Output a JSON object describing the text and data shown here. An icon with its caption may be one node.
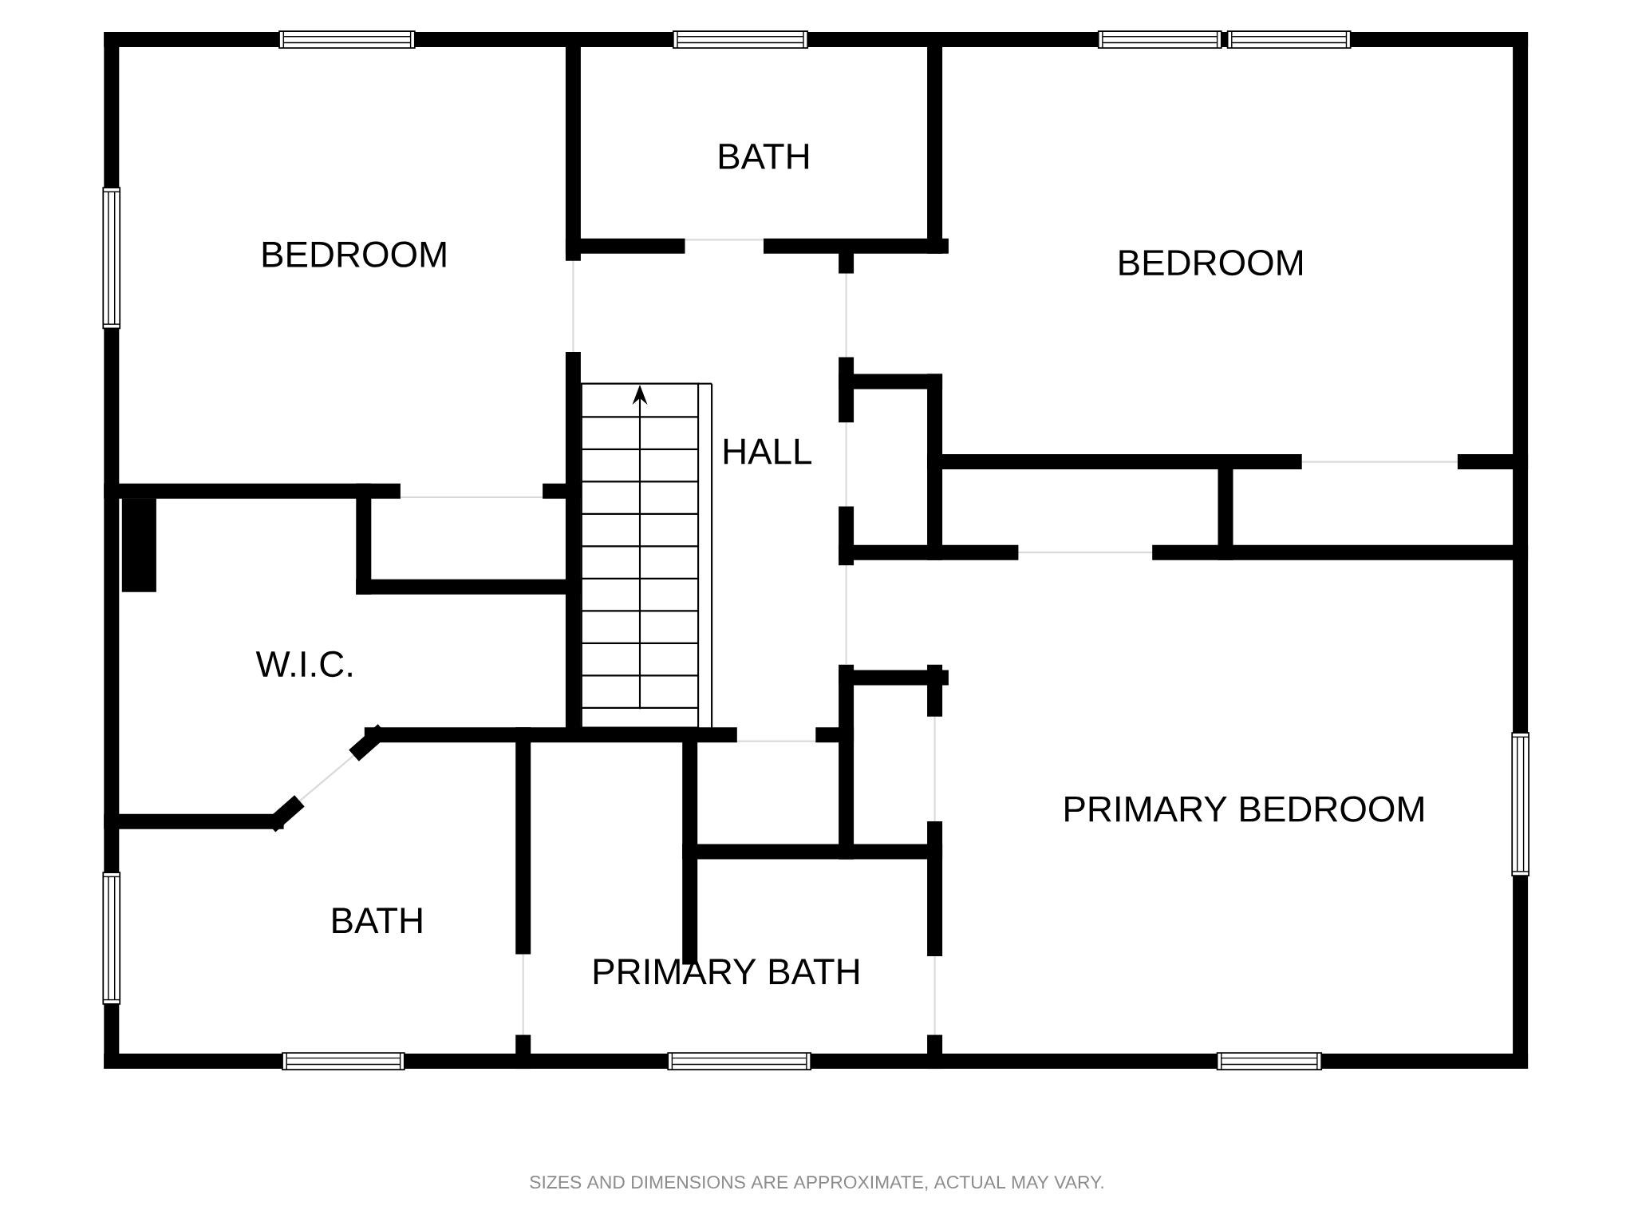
{
  "diagram": {
    "labels": [
      "BATH",
      "BEDROOM",
      "BEDROOM",
      "HALL",
      "W.I.C.",
      "PRIMARY BEDROOM",
      "BATH",
      "PRIMARY BATH",
      "SIZES AND DIMENSIONS ARE APPROXIMATE, ACTUAL MAY VARY."
    ]
  }
}
